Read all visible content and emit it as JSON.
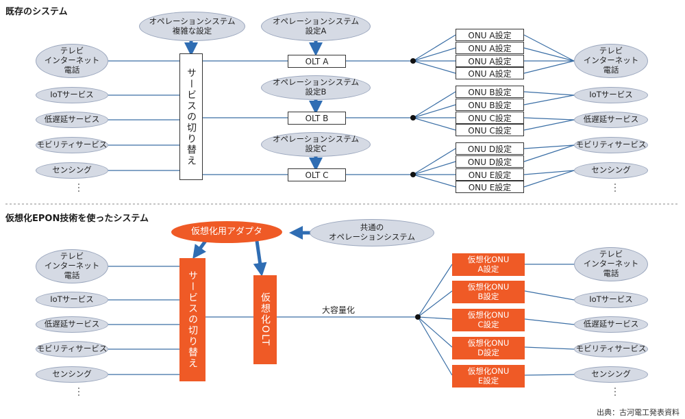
{
  "top": {
    "title": "既存のシステム",
    "ops_complex": "オペレーションシステム\n複雑な設定",
    "ops_a": "オペレーションシステム\n設定A",
    "ops_b": "オペレーションシステム\n設定B",
    "ops_c": "オペレーションシステム\n設定C",
    "switch_label": "サービスの切り替え",
    "olt": [
      "OLT A",
      "OLT B",
      "OLT C"
    ],
    "onu": [
      "ONU A設定",
      "ONU A設定",
      "ONU A設定",
      "ONU A設定",
      "ONU B設定",
      "ONU B設定",
      "ONU C設定",
      "ONU C設定",
      "ONU D設定",
      "ONU D設定",
      "ONU E設定",
      "ONU E設定"
    ],
    "left_services": [
      "テレビ\nインターネット\n電話",
      "IoTサービス",
      "低遅延サービス",
      "モビリティサービス",
      "センシング"
    ],
    "right_services": [
      "テレビ\nインターネット\n電話",
      "IoTサービス",
      "低遅延サービス",
      "モビリティサービス",
      "センシング"
    ]
  },
  "bottom": {
    "title": "仮想化EPON技術を使ったシステム",
    "adapter": "仮想化用アダプタ",
    "common_ops": "共通の\nオペレーションシステム",
    "switch_label": "サービスの切り替え",
    "virtual_olt": "仮想化OLT",
    "capacity_label": "大容量化",
    "vonu": [
      "仮想化ONU\nA設定",
      "仮想化ONU\nB設定",
      "仮想化ONU\nC設定",
      "仮想化ONU\nD設定",
      "仮想化ONU\nE設定"
    ],
    "left_services": [
      "テレビ\nインターネット\n電話",
      "IoTサービス",
      "低遅延サービス",
      "モビリティサービス",
      "センシング"
    ],
    "right_services": [
      "テレビ\nインターネット\n電話",
      "IoTサービス",
      "低遅延サービス",
      "モビリティサービス",
      "センシング"
    ]
  },
  "source": "出典：古河電工発表資料",
  "colors": {
    "accent": "#ef5a26",
    "line": "#3a6ea5",
    "bubble": "#d5dae4"
  }
}
